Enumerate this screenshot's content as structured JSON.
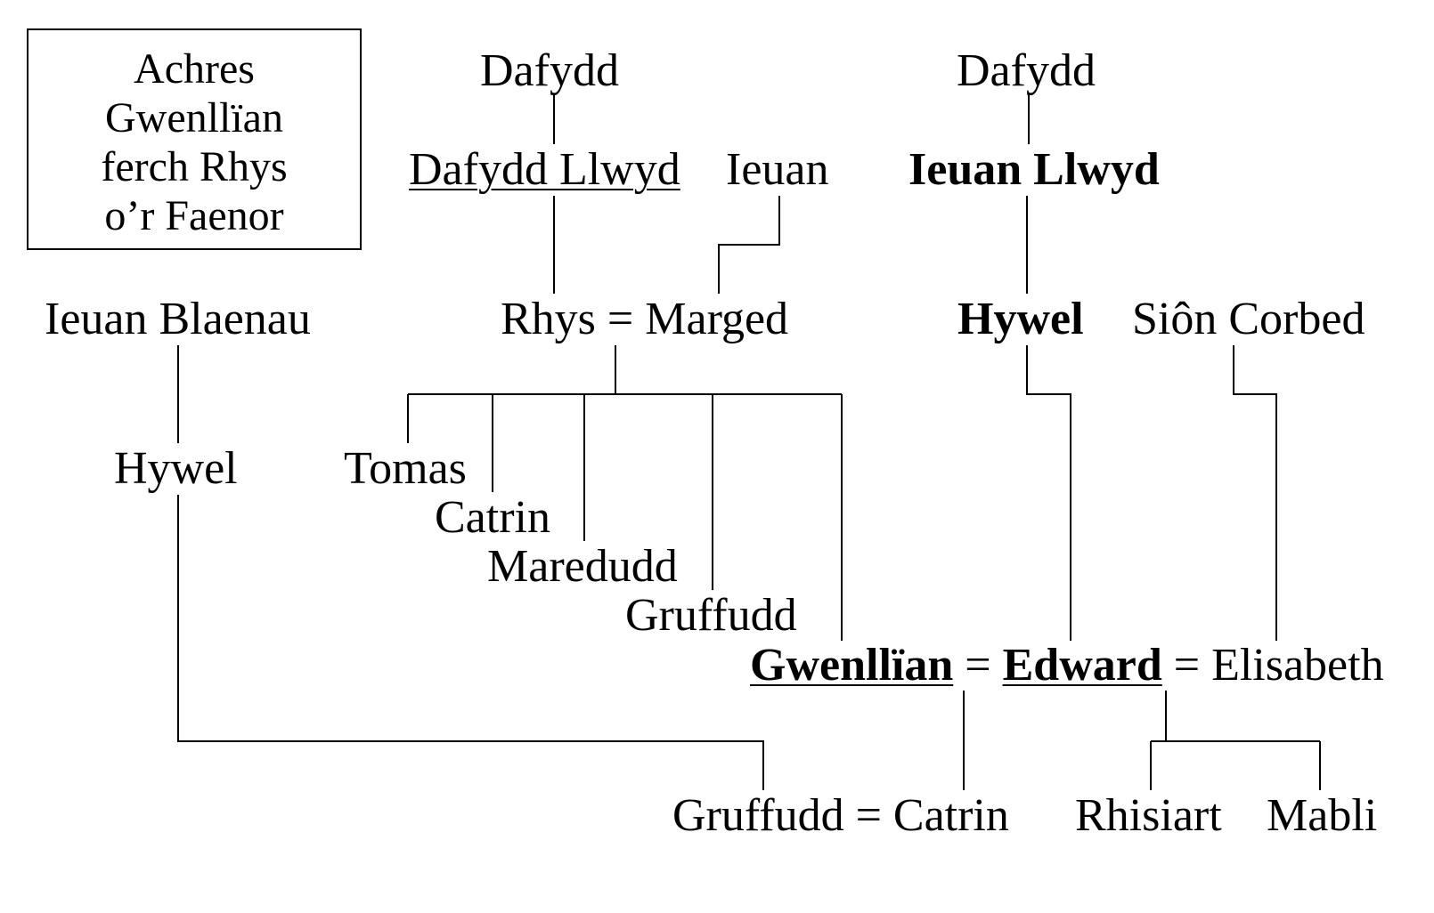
{
  "title": {
    "lines": [
      "Achres",
      "Gwenllïan",
      "ferch Rhys",
      "o’r Faenor"
    ]
  },
  "people": {
    "dafydd_left": "Dafydd",
    "dafydd_llwyd": "Dafydd Llwyd",
    "ieuan": "Ieuan",
    "dafydd_right": "Dafydd",
    "ieuan_llwyd": "Ieuan Llwyd",
    "ieuan_blaenau": "Ieuan Blaenau",
    "rhys": "Rhys",
    "marged": "Marged",
    "hywel_right": "Hywel",
    "sion_corbed": "Siôn Corbed",
    "hywel_left": "Hywel",
    "tomas": "Tomas",
    "catrin_child": "Catrin",
    "maredudd": "Maredudd",
    "gruffudd_child": "Gruffudd",
    "gwenllian": "Gwenllïan",
    "edward": "Edward",
    "elisabeth": "Elisabeth",
    "gruffudd": "Gruffudd",
    "catrin": "Catrin",
    "rhisiart": "Rhisiart",
    "mabli": "Mabli"
  },
  "marriage_symbol": "="
}
